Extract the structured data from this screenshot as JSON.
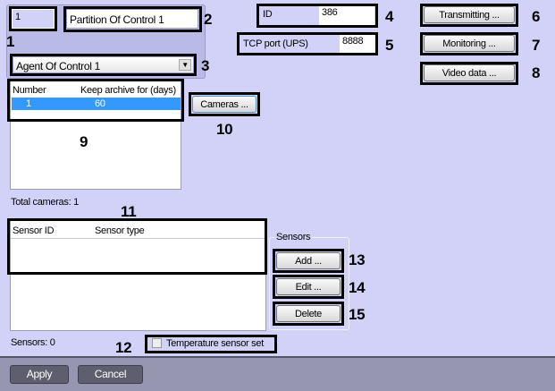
{
  "partition": {
    "number": "1",
    "name": "Partition Of Control 1",
    "agent": "Agent Of Control 1"
  },
  "id": {
    "label": "ID",
    "value": "386"
  },
  "tcp": {
    "label": "TCP port (UPS)",
    "value": "8888"
  },
  "buttons": {
    "transmitting": "Transmitting ...",
    "monitoring": "Monitoring ...",
    "video": "Video data ...",
    "cameras": "Cameras ...",
    "add": "Add ...",
    "edit": "Edit ...",
    "delete": "Delete",
    "apply": "Apply",
    "cancel": "Cancel"
  },
  "archive": {
    "headers": [
      "Number",
      "Keep archive for (days)"
    ],
    "rows": [
      {
        "number": "1",
        "days": "60"
      }
    ],
    "total": "Total cameras: 1"
  },
  "sensors": {
    "headers": [
      "Sensor ID",
      "Sensor type"
    ],
    "group": "Sensors",
    "count": "Sensors: 0",
    "temp_label": "Temperature sensor set",
    "temp_checked": false
  },
  "callouts": [
    "1",
    "2",
    "3",
    "4",
    "5",
    "6",
    "7",
    "8",
    "9",
    "10",
    "11",
    "12",
    "13",
    "14",
    "15"
  ]
}
